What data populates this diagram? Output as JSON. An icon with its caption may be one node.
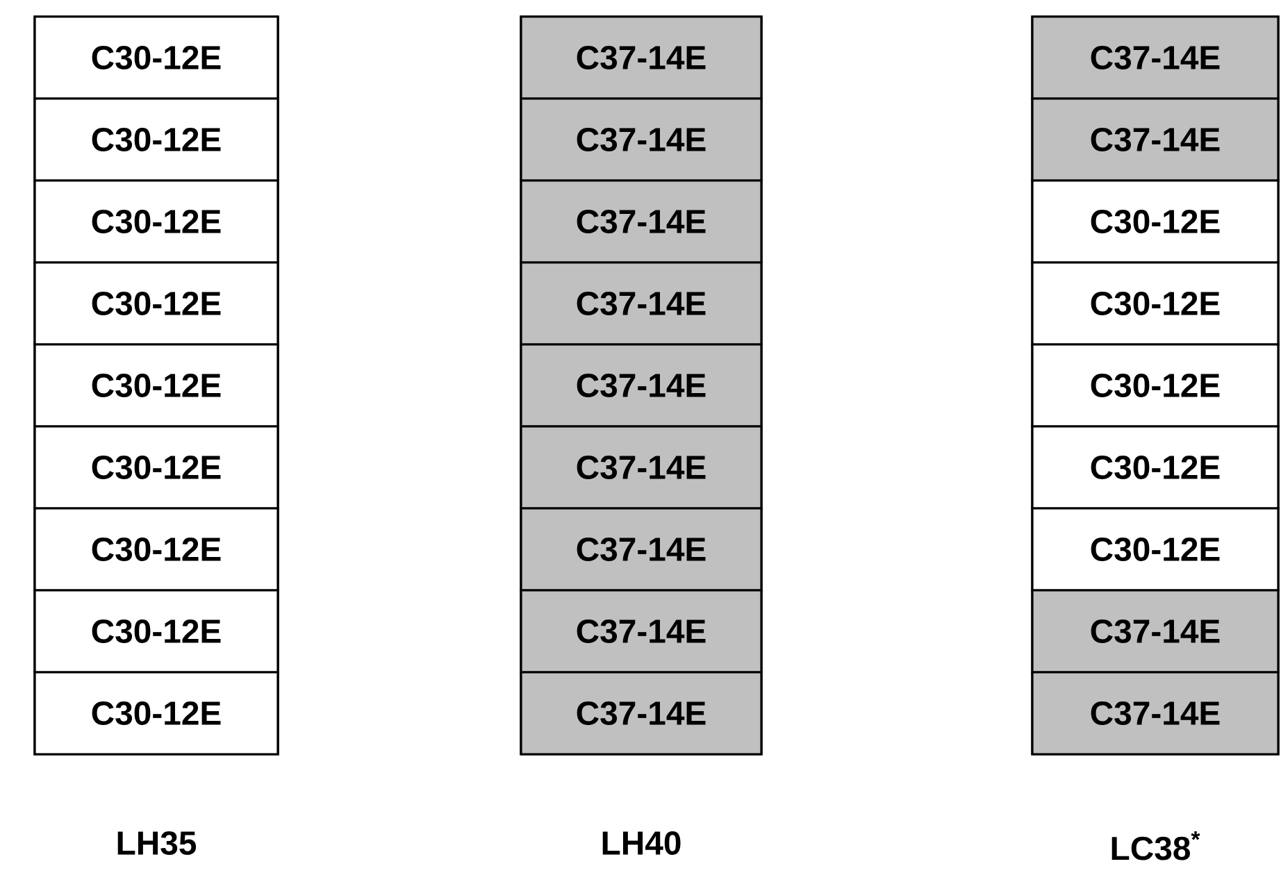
{
  "diagram": {
    "nodes": [
      {
        "text": [
          "LH35"
        ]
      },
      {
        "text": [
          "C30-12E"
        ],
        "in": 0
      },
      {
        "text": [
          "C30-12E"
        ],
        "in": 0
      },
      {
        "text": [
          "C30-12E"
        ],
        "in": 0
      },
      {
        "text": [
          "C30-12E"
        ],
        "in": 0
      },
      {
        "text": [
          "C30-12E"
        ],
        "in": 0
      },
      {
        "text": [
          "C30-12E"
        ],
        "in": 0
      },
      {
        "text": [
          "C30-12E"
        ],
        "in": 0
      },
      {
        "text": [
          "C30-12E"
        ],
        "in": 0
      },
      {
        "text": [
          "C30-12E"
        ],
        "in": 0
      },
      {
        "text": [
          "LH40"
        ]
      },
      {
        "text": [
          "C37-14E"
        ],
        "in": 10
      },
      {
        "text": [
          "C37-14E"
        ],
        "in": 10
      },
      {
        "text": [
          "C37-14E"
        ],
        "in": 10
      },
      {
        "text": [
          "C37-14E"
        ],
        "in": 10
      },
      {
        "text": [
          "C37-14E"
        ],
        "in": 10
      },
      {
        "text": [
          "C37-14E"
        ],
        "in": 10
      },
      {
        "text": [
          "C37-14E"
        ],
        "in": 10
      },
      {
        "text": [
          "C37-14E"
        ],
        "in": 10
      },
      {
        "text": [
          "C37-14E"
        ],
        "in": 10
      },
      {
        "text": [
          "LC38$^{*}$"
        ]
      },
      {
        "text": [
          "C37-14E"
        ],
        "in": 20
      },
      {
        "text": [
          "C37-14E"
        ],
        "in": 20
      },
      {
        "text": [
          "C30-12E"
        ],
        "in": 20
      },
      {
        "text": [
          "C30-12E"
        ],
        "in": 20
      },
      {
        "text": [
          "C30-12E"
        ],
        "in": 20
      },
      {
        "text": [
          "C30-12E"
        ],
        "in": 20
      },
      {
        "text": [
          "C30-12E"
        ],
        "in": 20
      },
      {
        "text": [
          "C37-14E"
        ],
        "in": 20
      },
      {
        "text": [
          "C37-14E"
        ],
        "in": 20
      }
    ]
  }
}
